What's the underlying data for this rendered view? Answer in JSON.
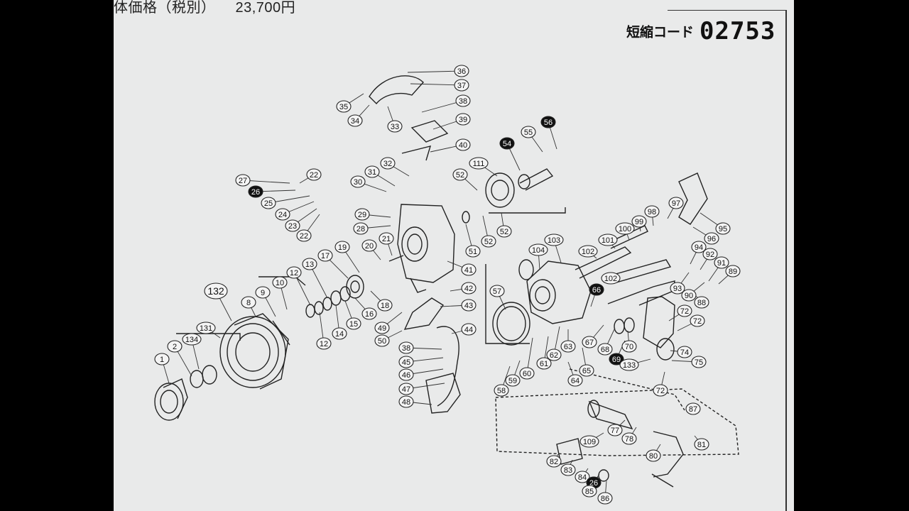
{
  "header": {
    "price_label": "体価格（税別）",
    "price_value": "23,700円",
    "code_label": "短縮コード",
    "code_value": "02753"
  },
  "callouts": {
    "c1": "1",
    "c2": "2",
    "c8": "8",
    "c9": "9",
    "c10": "10",
    "c12a": "12",
    "c12b": "12",
    "c13": "13",
    "c14": "14",
    "c15": "15",
    "c16": "16",
    "c17": "17",
    "c18": "18",
    "c19": "19",
    "c20": "20",
    "c21": "21",
    "c22a": "22",
    "c22b": "22",
    "c23": "23",
    "c24": "24",
    "c25": "25",
    "c26a": "26",
    "c26b": "26",
    "c27": "27",
    "c28": "28",
    "c29": "29",
    "c30": "30",
    "c31": "31",
    "c32": "32",
    "c33": "33",
    "c34": "34",
    "c35": "35",
    "c36": "36",
    "c37": "37",
    "c38a": "38",
    "c38b": "38",
    "c39": "39",
    "c40": "40",
    "c41": "41",
    "c42": "42",
    "c43": "43",
    "c44": "44",
    "c45": "45",
    "c46": "46",
    "c47": "47",
    "c48": "48",
    "c49": "49",
    "c50": "50",
    "c51": "51",
    "c52a": "52",
    "c52b": "52",
    "c52c": "52",
    "c54": "54",
    "c55": "55",
    "c56": "56",
    "c57": "57",
    "c58": "58",
    "c59": "59",
    "c60": "60",
    "c61": "61",
    "c62": "62",
    "c63": "63",
    "c64": "64",
    "c65": "65",
    "c66": "66",
    "c67": "67",
    "c68": "68",
    "c69": "69",
    "c70": "70",
    "c72a": "72",
    "c72b": "72",
    "c72c": "72",
    "c74": "74",
    "c75": "75",
    "c77": "77",
    "c78": "78",
    "c80": "80",
    "c81": "81",
    "c82": "82",
    "c83": "83",
    "c84": "84",
    "c85": "85",
    "c86": "86",
    "c87": "87",
    "c88": "88",
    "c89": "89",
    "c90": "90",
    "c91": "91",
    "c92": "92",
    "c93": "93",
    "c94": "94",
    "c95": "95",
    "c96": "96",
    "c97": "97",
    "c98": "98",
    "c99": "99",
    "c100": "100",
    "c101": "101",
    "c102a": "102",
    "c102b": "102",
    "c103": "103",
    "c104": "104",
    "c109": "109",
    "c111": "111",
    "c131": "131",
    "c132": "132",
    "c133": "133",
    "c134": "134"
  }
}
